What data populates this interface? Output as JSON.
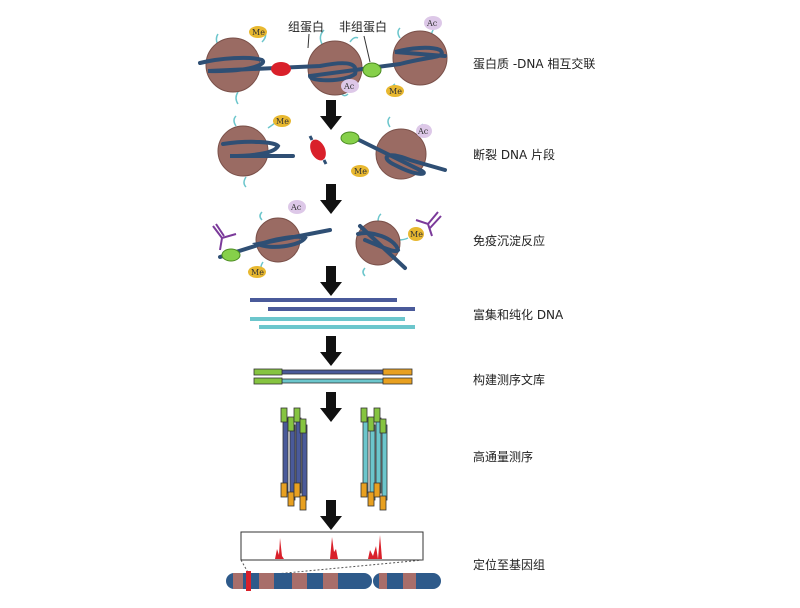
{
  "diagram": {
    "title_labels": {
      "histone": "组蛋白",
      "non_histone": "非组蛋白"
    },
    "modifications": {
      "methyl": "Me",
      "acetyl": "Ac"
    },
    "steps": [
      {
        "label": "蛋白质 -DNA 相互交联"
      },
      {
        "label": "断裂 DNA 片段"
      },
      {
        "label": "免疫沉淀反应"
      },
      {
        "label": "富集和纯化 DNA"
      },
      {
        "label": "构建测序文库"
      },
      {
        "label": "高通量测序"
      },
      {
        "label": "定位至基因组"
      }
    ],
    "colors": {
      "nucleosome": "#9a6b63",
      "dna": "#2f4f74",
      "histone_tail": "#6cc6cc",
      "non_histone_red": "#d9202a",
      "non_histone_green": "#86d04a",
      "antibody": "#7b3a9a",
      "me_tag": "#e8b830",
      "ac_tag": "#ddc8e8",
      "dna_dark": "#4a5a9a",
      "dna_light": "#6cc6cc",
      "adapter_green": "#86c440",
      "adapter_orange": "#e8a020",
      "peak": "#d9202a"
    }
  }
}
